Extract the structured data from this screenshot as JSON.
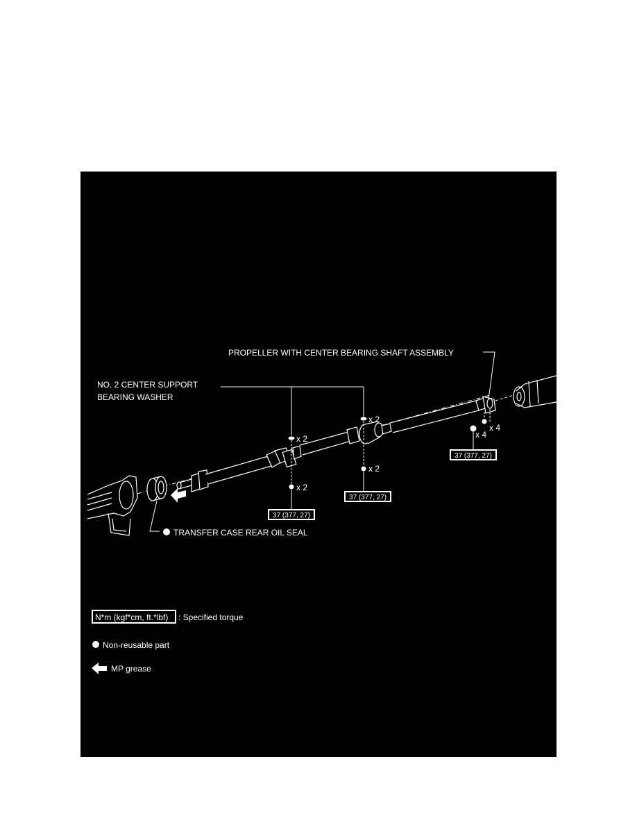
{
  "labels": {
    "propeller_assembly": "PROPELLER WITH CENTER BEARING SHAFT ASSEMBLY",
    "washer_line1": "NO. 2 CENTER SUPPORT",
    "washer_line2": "BEARING WASHER",
    "oil_seal": "TRANSFER CASE REAR OIL SEAL"
  },
  "quantities": {
    "left_washer": "x 2",
    "left_bolt": "x 2",
    "mid_washer": "x 2",
    "mid_bolt": "x 2",
    "right_bolt": "x 4",
    "right_nut": "x 4"
  },
  "torques": {
    "left": "37 (377, 27)",
    "middle": "37 (377, 27)",
    "right": "37 (377, 27)"
  },
  "legend": {
    "torque_box": "N*m (kgf*cm, ft.*lbf)",
    "torque_text": ": Specified torque",
    "nonreusable": "Non-reusable part",
    "grease": "MP grease"
  }
}
